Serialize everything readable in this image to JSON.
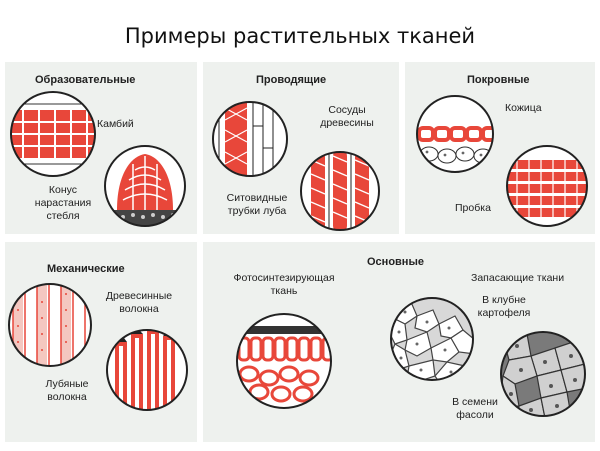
{
  "title": "Примеры растительных тканей",
  "colors": {
    "red": "#e8473a",
    "panel": "#eef1ee",
    "ink": "#222222",
    "dark": "#5a5a5a"
  },
  "groups": {
    "educational": {
      "heading": "Образовательные",
      "labels": {
        "cambium": "Камбий",
        "cone": "Конус\nнарастания\nстебля"
      }
    },
    "conducting": {
      "heading": "Проводящие",
      "labels": {
        "vessels": "Сосуды\nдревесины",
        "sieve": "Ситовидные\nтрубки луба"
      }
    },
    "integumentary": {
      "heading": "Покровные",
      "labels": {
        "skin": "Кожица",
        "cork": "Пробка"
      }
    },
    "mechanical": {
      "heading": "Механические",
      "labels": {
        "wood_fibers": "Древесинные\nволокна",
        "bast_fibers": "Лубяные\nволокна"
      }
    },
    "basic": {
      "heading": "Основные",
      "labels": {
        "photo": "Фотосинтезирующая\nткань",
        "storage": "Запасающие ткани",
        "potato": "В клубне\nкартофеля",
        "bean": "В семени\nфасоли"
      }
    }
  }
}
